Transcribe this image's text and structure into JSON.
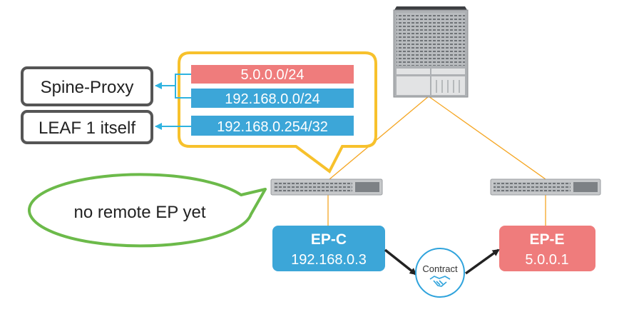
{
  "callout": {
    "rows": [
      {
        "label": "5.0.0.0/24",
        "color": "#ef7c7c"
      },
      {
        "label": "192.168.0.0/24",
        "color": "#3ca6d8"
      },
      {
        "label": "192.168.0.254/32",
        "color": "#3ca6d8"
      }
    ],
    "border_color": "#f7c12c"
  },
  "targets": {
    "spine_proxy": "Spine-Proxy",
    "leaf1_itself": "LEAF 1 itself"
  },
  "speech": {
    "text": "no remote EP yet",
    "color": "#6cba4a"
  },
  "endpoints": {
    "ep_c": {
      "name": "EP-C",
      "ip": "192.168.0.3",
      "color": "#3ca6d8"
    },
    "ep_e": {
      "name": "EP-E",
      "ip": "5.0.0.1",
      "color": "#ef7c7c"
    }
  },
  "contract": {
    "label": "Contract"
  },
  "link_color": "#f5a623"
}
